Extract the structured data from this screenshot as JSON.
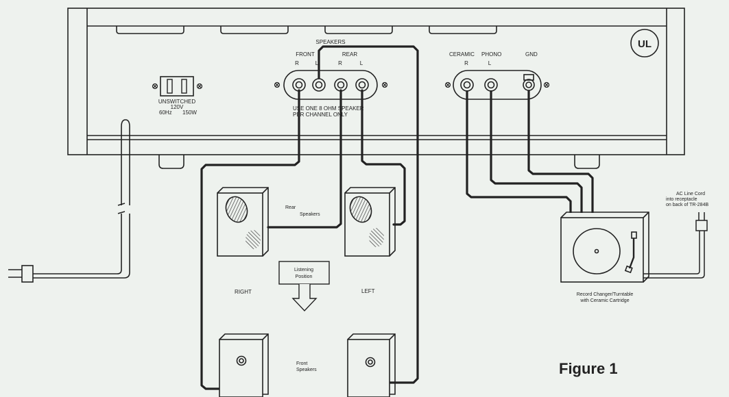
{
  "colors": {
    "background": "#eef2ee",
    "line": "#222222",
    "hatch": "#333333"
  },
  "badge": {
    "ul": "UL"
  },
  "outlet": {
    "line1": "UNSWITCHED",
    "line2": "120V",
    "line3_freq": "60Hz",
    "line3_watt": "150W"
  },
  "speakers_panel": {
    "title": "SPEAKERS",
    "front": "FRONT",
    "rear": "REAR",
    "front_r": "R",
    "front_l": "L",
    "rear_r": "R",
    "rear_l": "L",
    "note_line1": "USE ONE 8 OHM SPEAKER",
    "note_line2": "PER CHANNEL ONLY"
  },
  "phono_panel": {
    "ceramic": "CERAMIC",
    "phono": "PHONO",
    "gnd": "GND",
    "r": "R",
    "l": "L"
  },
  "room": {
    "rear_line1": "Rear",
    "rear_line2": "Speakers",
    "listen_line1": "Listening",
    "listen_line2": "Position",
    "right": "RIGHT",
    "left": "LEFT",
    "front_line1": "Front",
    "front_line2": "Speakers"
  },
  "turntable": {
    "caption_line1": "Record Changer/Turntable",
    "caption_line2": "with Ceramic Cartridge"
  },
  "ac_cord": {
    "line1": "AC Line Cord",
    "line2": "into receptacle",
    "line3": "on back of TR-284B"
  },
  "figure_label": "Figure 1",
  "icons": [
    "outlet-icon",
    "speaker-jack-icon",
    "phono-jack-icon",
    "ground-post-icon",
    "screw-icon",
    "ac-plug-icon",
    "turntable-icon",
    "down-arrow-icon"
  ]
}
